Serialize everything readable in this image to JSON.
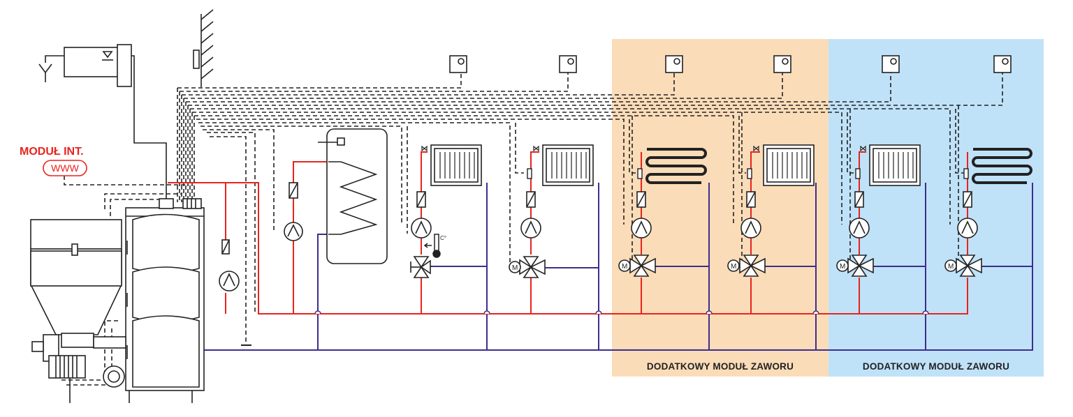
{
  "module_internet": {
    "title": "MODUŁ INT.",
    "badge": "WWW"
  },
  "zones": [
    {
      "label": "DODATKOWY MODUŁ ZAWORU"
    },
    {
      "label": "DODATKOWY MODUŁ ZAWORU"
    }
  ],
  "sensor_unit": "C°",
  "mixing_valve_symbol": "M",
  "colors": {
    "supply_line": "#e8231e",
    "return_line": "#3d2e8c",
    "signal_line": "#222222",
    "zone_orange": "#fbdcb8",
    "zone_blue": "#bfe2f8",
    "label_red": "#e8231e"
  },
  "icons": [
    "pellet-boiler-icon",
    "fuel-hopper-icon",
    "expansion-tank-icon",
    "chimney-icon",
    "room-thermostat-icon",
    "radiator-icon",
    "floor-heating-coil-icon",
    "circulation-pump-icon",
    "mixing-valve-icon",
    "three-way-valve-icon",
    "temperature-sensor-icon",
    "hot-water-cylinder-icon",
    "bleed-valve-icon"
  ]
}
